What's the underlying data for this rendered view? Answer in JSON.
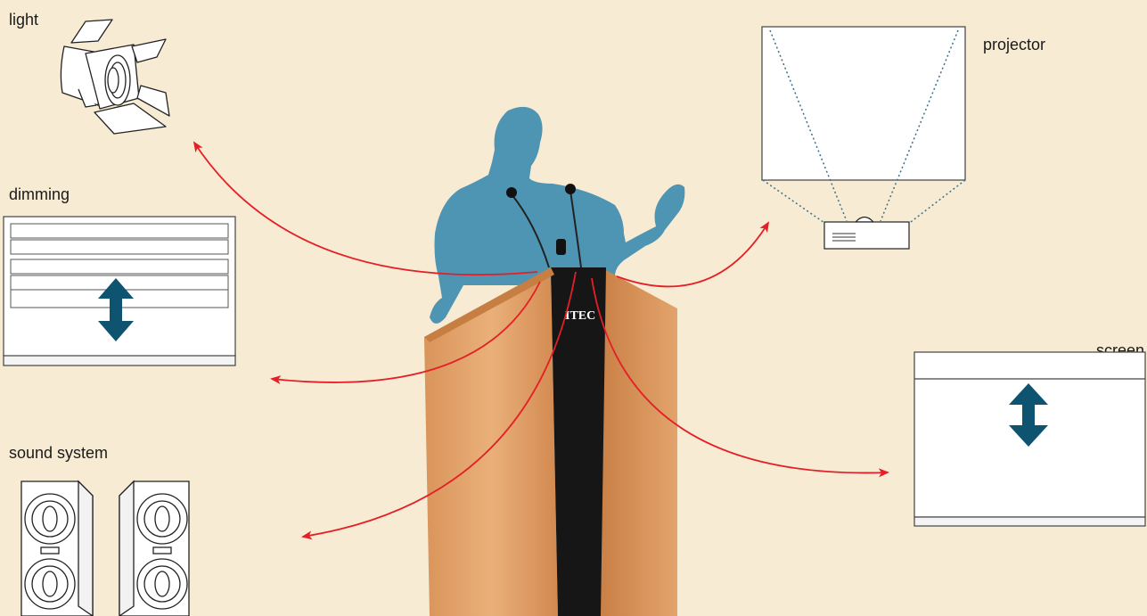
{
  "labels": {
    "light": "light",
    "dimming": "dimming",
    "sound_system": "sound system",
    "projector": "projector",
    "screen": "screen"
  },
  "podium": {
    "brand": "ITEC"
  },
  "icons": [
    "spotlight-icon",
    "dimmer-panel-icon",
    "speaker-icon",
    "projector-icon",
    "projection-screen-icon",
    "presenter-silhouette",
    "podium",
    "microphone-icon",
    "up-down-arrow-icon"
  ],
  "colors": {
    "background": "#f7ebd3",
    "arrow": "#e41f26",
    "silhouette": "#4e94b3",
    "updown_arrow": "#0e5471",
    "podium_wood": "#e3a468",
    "podium_front": "#161616",
    "projector_beam": "#3a6f8a"
  }
}
